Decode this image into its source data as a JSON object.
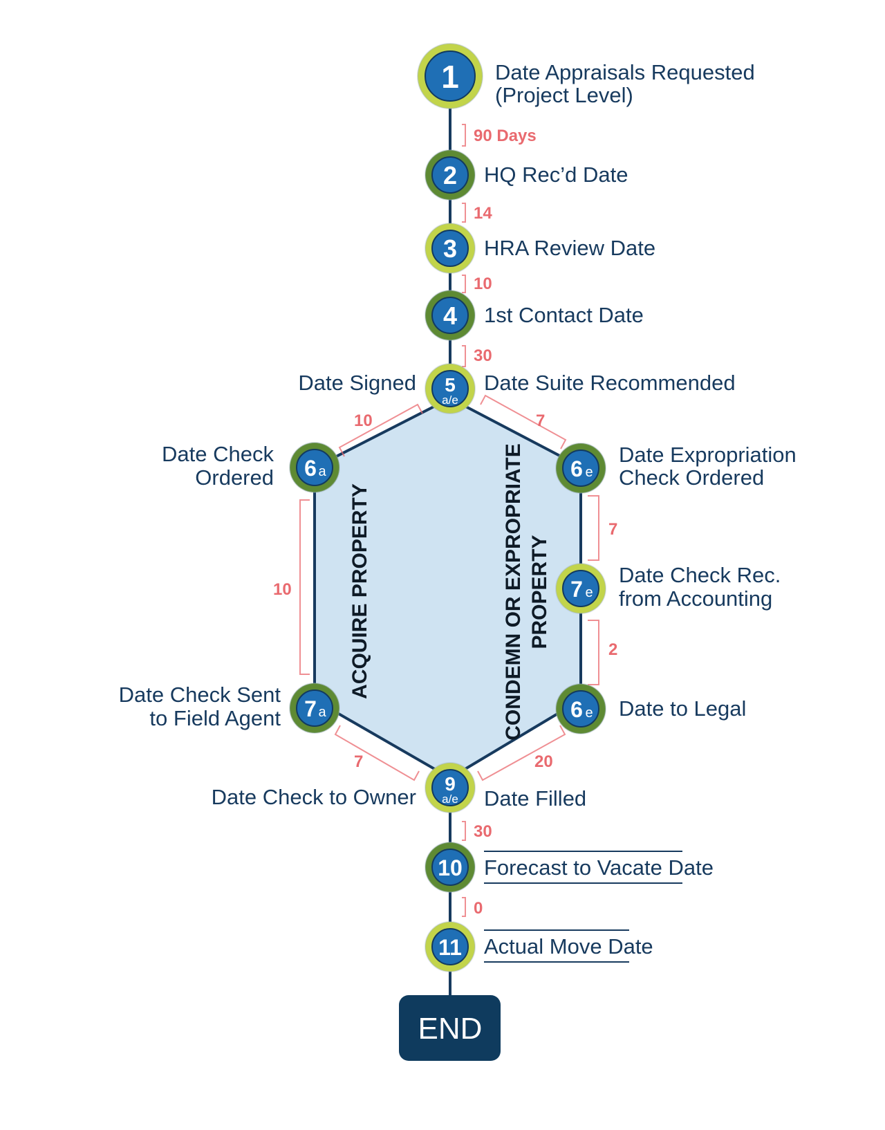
{
  "colors": {
    "line": "#173a5e",
    "node_fill": "#1f6fb5",
    "ring_light": "#c2d44a",
    "ring_dark": "#5e8a33",
    "hex_fill": "#cfe3f2",
    "duration": "#e96a6f",
    "end_fill": "#0f3b5e"
  },
  "nodes": [
    {
      "id": "n1",
      "number": "1",
      "ring": "light",
      "label_lines": [
        "Date Appraisals Requested",
        "(Project Level)"
      ]
    },
    {
      "id": "n2",
      "number": "2",
      "ring": "dark",
      "label_lines": [
        "HQ Rec’d Date"
      ]
    },
    {
      "id": "n3",
      "number": "3",
      "ring": "light",
      "label_lines": [
        "HRA Review Date"
      ]
    },
    {
      "id": "n4",
      "number": "4",
      "ring": "dark",
      "label_lines": [
        "1st Contact Date"
      ]
    },
    {
      "id": "n5",
      "number": "5",
      "sub": "a/e",
      "ring": "light",
      "label_lines": [
        "Date Suite Recommended"
      ],
      "label_left": "Date Signed"
    },
    {
      "id": "n6a",
      "number": "6",
      "sub": "a",
      "ring": "dark",
      "label_lines": [
        "Date Check",
        "Ordered"
      ]
    },
    {
      "id": "n6e",
      "number": "6",
      "sub": "e",
      "ring": "dark",
      "label_lines": [
        "Date Expropriation",
        "Check Ordered"
      ]
    },
    {
      "id": "n7e",
      "number": "7",
      "sub": "e",
      "ring": "light",
      "label_lines": [
        "Date Check Rec.",
        "from Accounting"
      ]
    },
    {
      "id": "n7a",
      "number": "7",
      "sub": "a",
      "ring": "dark",
      "label_lines": [
        "Date Check Sent",
        "to Field Agent"
      ]
    },
    {
      "id": "n6e2",
      "number": "6",
      "sub": "e",
      "ring": "dark",
      "label_lines": [
        "Date to Legal"
      ]
    },
    {
      "id": "n9",
      "number": "9",
      "sub": "a/e",
      "ring": "light",
      "label_lines": [
        "Date Filled"
      ],
      "label_left": "Date Check to Owner"
    },
    {
      "id": "n10",
      "number": "10",
      "ring": "dark",
      "label_lines": [
        "Forecast to Vacate Date"
      ],
      "underlined": true
    },
    {
      "id": "n11",
      "number": "11",
      "ring": "light",
      "label_lines": [
        "Actual Move Date"
      ],
      "underlined": true
    }
  ],
  "durations": [
    {
      "id": "d1_2",
      "label": "90 Days"
    },
    {
      "id": "d2_3",
      "label": "14"
    },
    {
      "id": "d3_4",
      "label": "10"
    },
    {
      "id": "d4_5",
      "label": "30"
    },
    {
      "id": "d5_6a",
      "label": "10"
    },
    {
      "id": "d5_6e",
      "label": "7"
    },
    {
      "id": "d6a_7a",
      "label": "10"
    },
    {
      "id": "d6e_7e",
      "label": "7"
    },
    {
      "id": "d7e_6e2",
      "label": "2"
    },
    {
      "id": "d7a_9",
      "label": "7"
    },
    {
      "id": "d6e2_9",
      "label": "20"
    },
    {
      "id": "d9_10",
      "label": "30"
    },
    {
      "id": "d10_11",
      "label": "0"
    }
  ],
  "regions": {
    "acquire": "ACQUIRE PROPERTY",
    "condemn_lines": [
      "CONDEMN OR EXPROPRIATE",
      "PROPERTY"
    ]
  },
  "end_label": "END"
}
